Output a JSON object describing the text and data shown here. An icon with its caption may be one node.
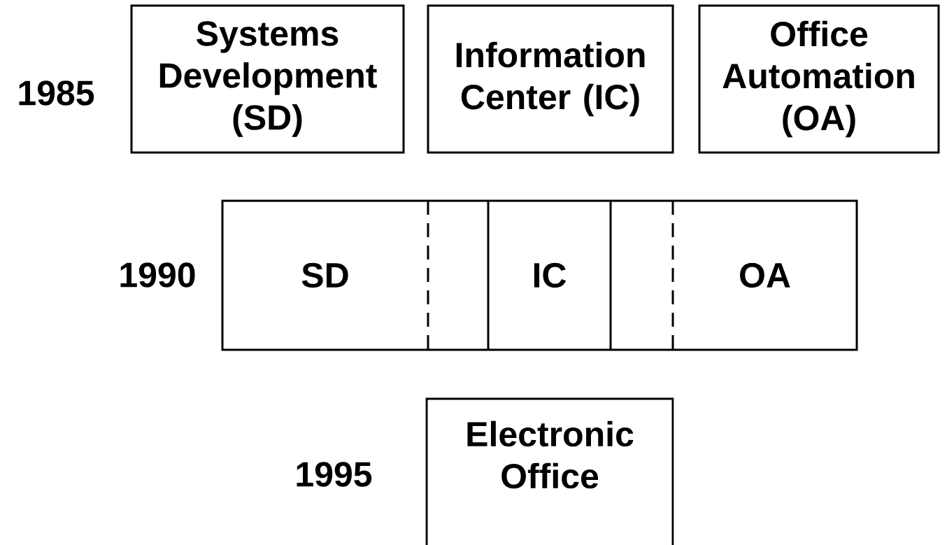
{
  "diagram": {
    "nodes": [
      {
        "text": [
          "Systems Development (SD)"
        ]
      },
      {
        "text": [
          "Information Center (IC)"
        ]
      },
      {
        "text": [
          "Office Automation (OA)"
        ]
      },
      {
        "text": [],
        "shape": "box"
      },
      {
        "text": [
          "SD"
        ],
        "in": 3
      },
      {
        "text": [
          "IC"
        ],
        "in": 3
      },
      {
        "text": [
          "OA"
        ],
        "in": 3
      },
      {
        "text": [
          "Electronic Office"
        ]
      }
    ],
    "labels": [
      "1985",
      "1990",
      "1995"
    ]
  }
}
